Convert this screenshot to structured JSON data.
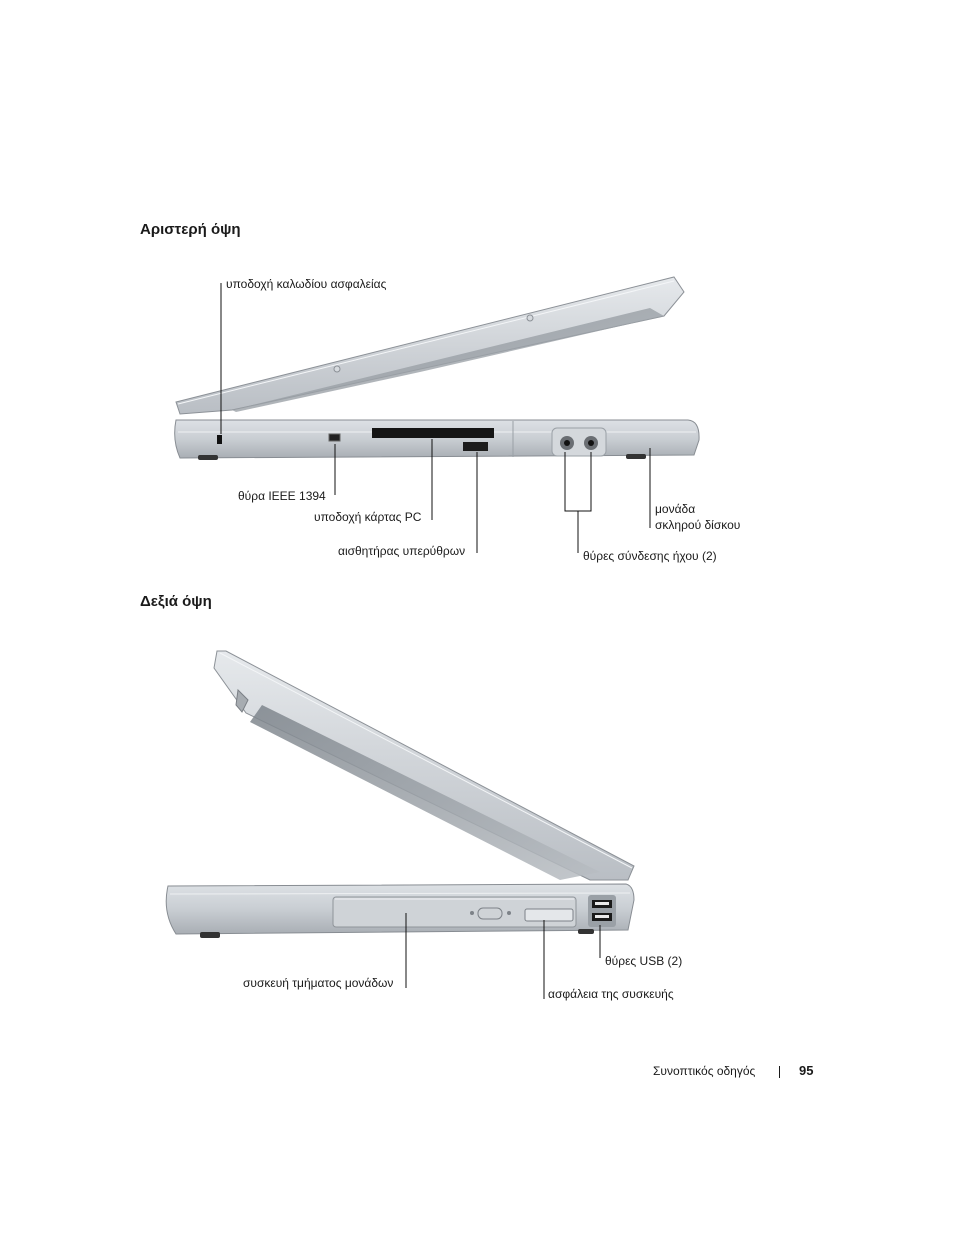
{
  "left_view": {
    "heading": "Αριστερή όψη",
    "labels": {
      "security_cable_slot": "υποδοχή καλωδίου ασφαλείας",
      "ieee1394_port": "θύρα IEEE 1394",
      "pc_card_slot": "υποδοχή κάρτας PC",
      "infrared_sensor": "αισθητήρας υπερύθρων",
      "audio_ports": "θύρες σύνδεσης ήχου (2)",
      "hard_drive_line1": "μονάδα",
      "hard_drive_line2": "σκληρού δίσκου"
    }
  },
  "right_view": {
    "heading": "Δεξιά όψη",
    "labels": {
      "usb_ports": "θύρες USB (2)",
      "module_bay": "συσκευή τμήματος μονάδων",
      "device_latch": "ασφάλεια της συσκευής"
    }
  },
  "footer": {
    "section": "Συνοπτικός οδηγός",
    "page_number": "95"
  }
}
